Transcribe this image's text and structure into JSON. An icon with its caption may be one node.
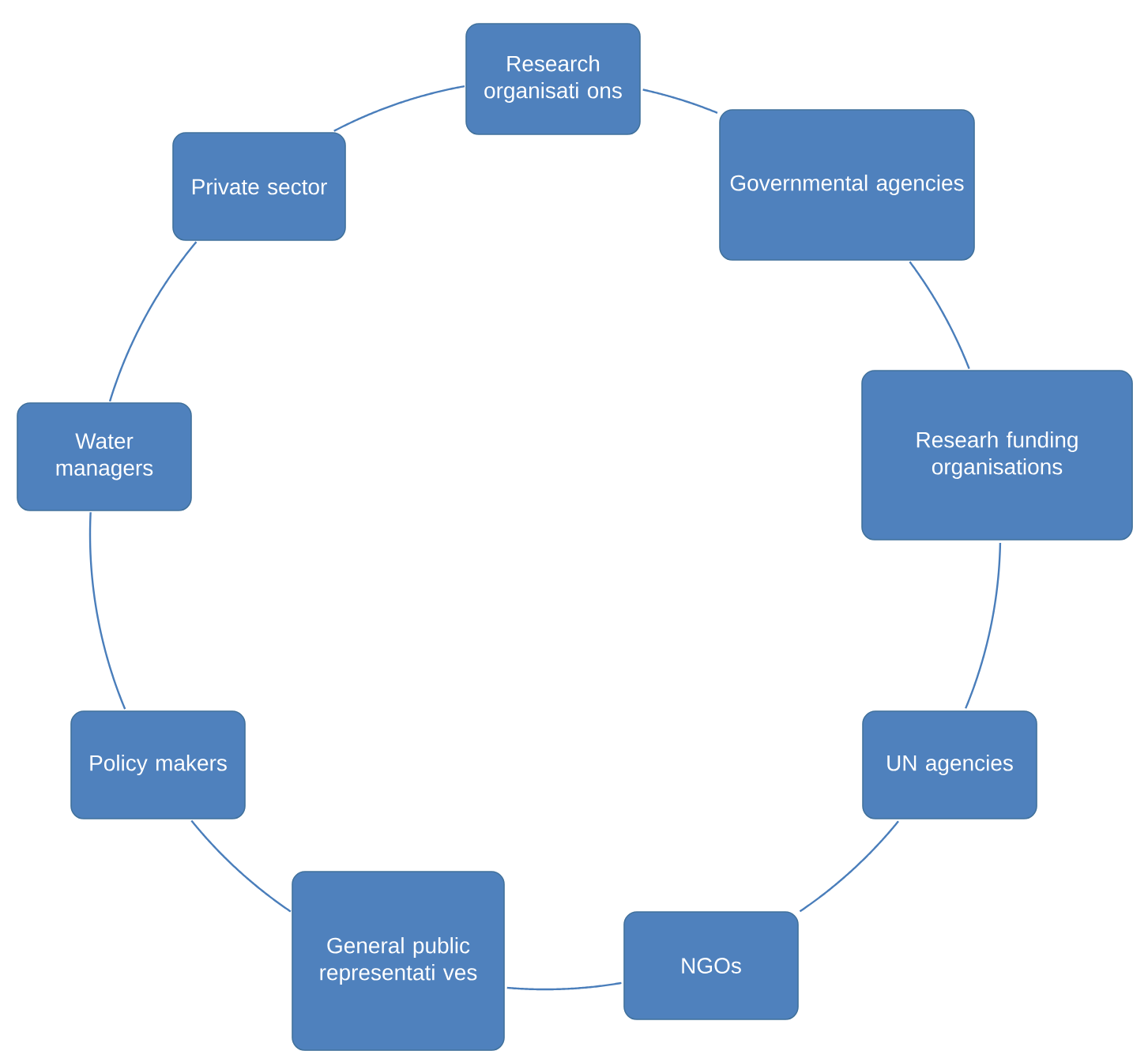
{
  "diagram": {
    "nodes": [
      {
        "text": [
          "Research organisati ons"
        ]
      },
      {
        "text": [
          "Governmental agencies"
        ]
      },
      {
        "text": [
          "Researh funding organisations"
        ]
      },
      {
        "text": [
          "UN agencies"
        ]
      },
      {
        "text": [
          "NGOs"
        ]
      },
      {
        "text": [
          "General public representati ves"
        ]
      },
      {
        "text": [
          "Policy makers"
        ]
      },
      {
        "text": [
          "Water managers"
        ]
      },
      {
        "text": [
          "Private sector"
        ]
      }
    ],
    "edges": [
      {
        "from": 0,
        "to": 1,
        "arrow": "none"
      },
      {
        "from": 1,
        "to": 2,
        "arrow": "none"
      },
      {
        "from": 2,
        "to": 3,
        "arrow": "none"
      },
      {
        "from": 3,
        "to": 4,
        "arrow": "none"
      },
      {
        "from": 4,
        "to": 5,
        "arrow": "none"
      },
      {
        "from": 5,
        "to": 6,
        "arrow": "none"
      },
      {
        "from": 6,
        "to": 7,
        "arrow": "none"
      },
      {
        "from": 7,
        "to": 8,
        "arrow": "none"
      },
      {
        "from": 8,
        "to": 0,
        "arrow": "none"
      }
    ]
  }
}
